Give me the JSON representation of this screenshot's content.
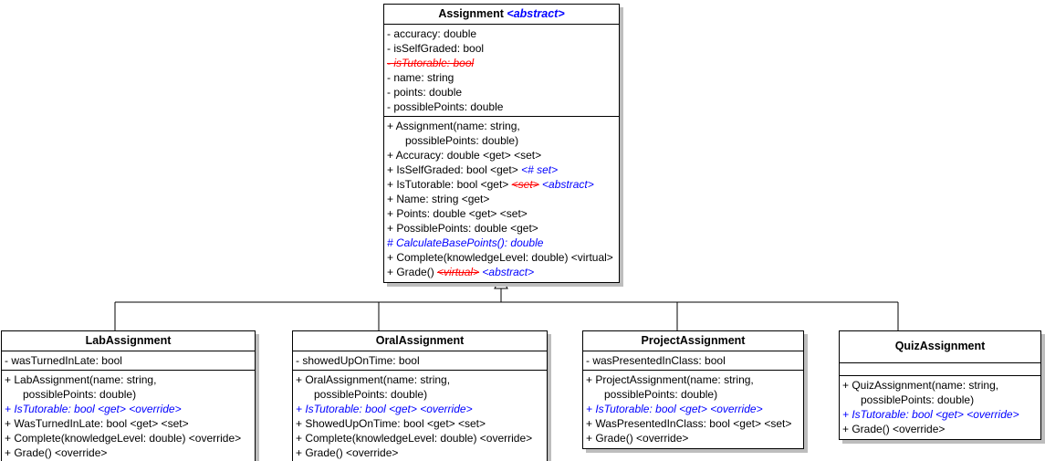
{
  "colors": {
    "normal": "#000000",
    "added": "#0000ff",
    "removed": "#ff0000",
    "shadow": "#bdbdbd",
    "border": "#000000",
    "background": "#ffffff"
  },
  "legend_semantics": {
    "added": "blue italic member",
    "removed": "red struck-through member"
  },
  "relationships": [
    {
      "type": "inheritance",
      "parent": "Assignment",
      "children": [
        "LabAssignment",
        "OralAssignment",
        "ProjectAssignment",
        "QuizAssignment"
      ]
    }
  ],
  "classes": [
    {
      "id": "assignment",
      "title": [
        {
          "t": "Assignment ",
          "s": "normal"
        },
        {
          "t": "<abstract>",
          "s": "added"
        }
      ],
      "attributes": [
        [
          {
            "t": "- accuracy: double",
            "s": "normal"
          }
        ],
        [
          {
            "t": "- isSelfGraded: bool",
            "s": "normal"
          }
        ],
        [
          {
            "t": "- isTutorable: bool",
            "s": "removed"
          }
        ],
        [
          {
            "t": "- name: string",
            "s": "normal"
          }
        ],
        [
          {
            "t": "- points: double",
            "s": "normal"
          }
        ],
        [
          {
            "t": "- possiblePoints: double",
            "s": "normal"
          }
        ]
      ],
      "methods": [
        [
          {
            "t": "+ Assignment(name: string,",
            "s": "normal"
          }
        ],
        [
          {
            "t": "      possiblePoints: double)",
            "s": "normal"
          }
        ],
        [
          {
            "t": "+ Accuracy: double <get> <set>",
            "s": "normal"
          }
        ],
        [
          {
            "t": "+ IsSelfGraded: bool <get> ",
            "s": "normal"
          },
          {
            "t": "<# set>",
            "s": "added"
          }
        ],
        [
          {
            "t": "+ IsTutorable: bool <get> ",
            "s": "normal"
          },
          {
            "t": "<set>",
            "s": "removed"
          },
          {
            "t": " ",
            "s": "normal"
          },
          {
            "t": "<abstract>",
            "s": "added"
          }
        ],
        [
          {
            "t": "+ Name: string <get>",
            "s": "normal"
          }
        ],
        [
          {
            "t": "+ Points: double <get> <set>",
            "s": "normal"
          }
        ],
        [
          {
            "t": "+ PossiblePoints: double <get>",
            "s": "normal"
          }
        ],
        [
          {
            "t": "# CalculateBasePoints(): double",
            "s": "added"
          }
        ],
        [
          {
            "t": "+ Complete(knowledgeLevel: double) <virtual>",
            "s": "normal"
          }
        ],
        [
          {
            "t": "+ Grade() ",
            "s": "normal"
          },
          {
            "t": "<virtual>",
            "s": "removed"
          },
          {
            "t": " ",
            "s": "normal"
          },
          {
            "t": "<abstract>",
            "s": "added"
          }
        ]
      ]
    },
    {
      "id": "lab",
      "title": [
        {
          "t": "LabAssignment",
          "s": "normal"
        }
      ],
      "attributes": [
        [
          {
            "t": "- wasTurnedInLate: bool",
            "s": "normal"
          }
        ]
      ],
      "methods": [
        [
          {
            "t": "+ LabAssignment(name: string,",
            "s": "normal"
          }
        ],
        [
          {
            "t": "      possiblePoints: double)",
            "s": "normal"
          }
        ],
        [
          {
            "t": "+ IsTutorable: bool <get> <override>",
            "s": "added"
          }
        ],
        [
          {
            "t": "+ WasTurnedInLate: bool <get> <set>",
            "s": "normal"
          }
        ],
        [
          {
            "t": "+ Complete(knowledgeLevel: double) <override>",
            "s": "normal"
          }
        ],
        [
          {
            "t": "+ Grade() <override>",
            "s": "normal"
          }
        ]
      ]
    },
    {
      "id": "oral",
      "title": [
        {
          "t": "OralAssignment",
          "s": "normal"
        }
      ],
      "attributes": [
        [
          {
            "t": "- showedUpOnTime: bool",
            "s": "normal"
          }
        ]
      ],
      "methods": [
        [
          {
            "t": "+ OralAssignment(name: string,",
            "s": "normal"
          }
        ],
        [
          {
            "t": "      possiblePoints: double)",
            "s": "normal"
          }
        ],
        [
          {
            "t": "+ IsTutorable: bool <get> <override>",
            "s": "added"
          }
        ],
        [
          {
            "t": "+ ShowedUpOnTime: bool <get> <set>",
            "s": "normal"
          }
        ],
        [
          {
            "t": "+ Complete(knowledgeLevel: double) <override>",
            "s": "normal"
          }
        ],
        [
          {
            "t": "+ Grade() <override>",
            "s": "normal"
          }
        ]
      ]
    },
    {
      "id": "project",
      "title": [
        {
          "t": "ProjectAssignment",
          "s": "normal"
        }
      ],
      "attributes": [
        [
          {
            "t": "- wasPresentedInClass: bool",
            "s": "normal"
          }
        ]
      ],
      "methods": [
        [
          {
            "t": "+ ProjectAssignment(name: string,",
            "s": "normal"
          }
        ],
        [
          {
            "t": "      possiblePoints: double)",
            "s": "normal"
          }
        ],
        [
          {
            "t": "+ IsTutorable: bool <get> <override>",
            "s": "added"
          }
        ],
        [
          {
            "t": "+ WasPresentedInClass: bool <get> <set>",
            "s": "normal"
          }
        ],
        [
          {
            "t": "+ Grade() <override>",
            "s": "normal"
          }
        ]
      ]
    },
    {
      "id": "quiz",
      "title": [
        {
          "t": "QuizAssignment",
          "s": "normal"
        }
      ],
      "attributes": [],
      "methods": [
        [
          {
            "t": "+ QuizAssignment(name: string,",
            "s": "normal"
          }
        ],
        [
          {
            "t": "      possiblePoints: double)",
            "s": "normal"
          }
        ],
        [
          {
            "t": "+ IsTutorable: bool <get> <override>",
            "s": "added"
          }
        ],
        [
          {
            "t": "+ Grade() <override>",
            "s": "normal"
          }
        ]
      ]
    }
  ]
}
